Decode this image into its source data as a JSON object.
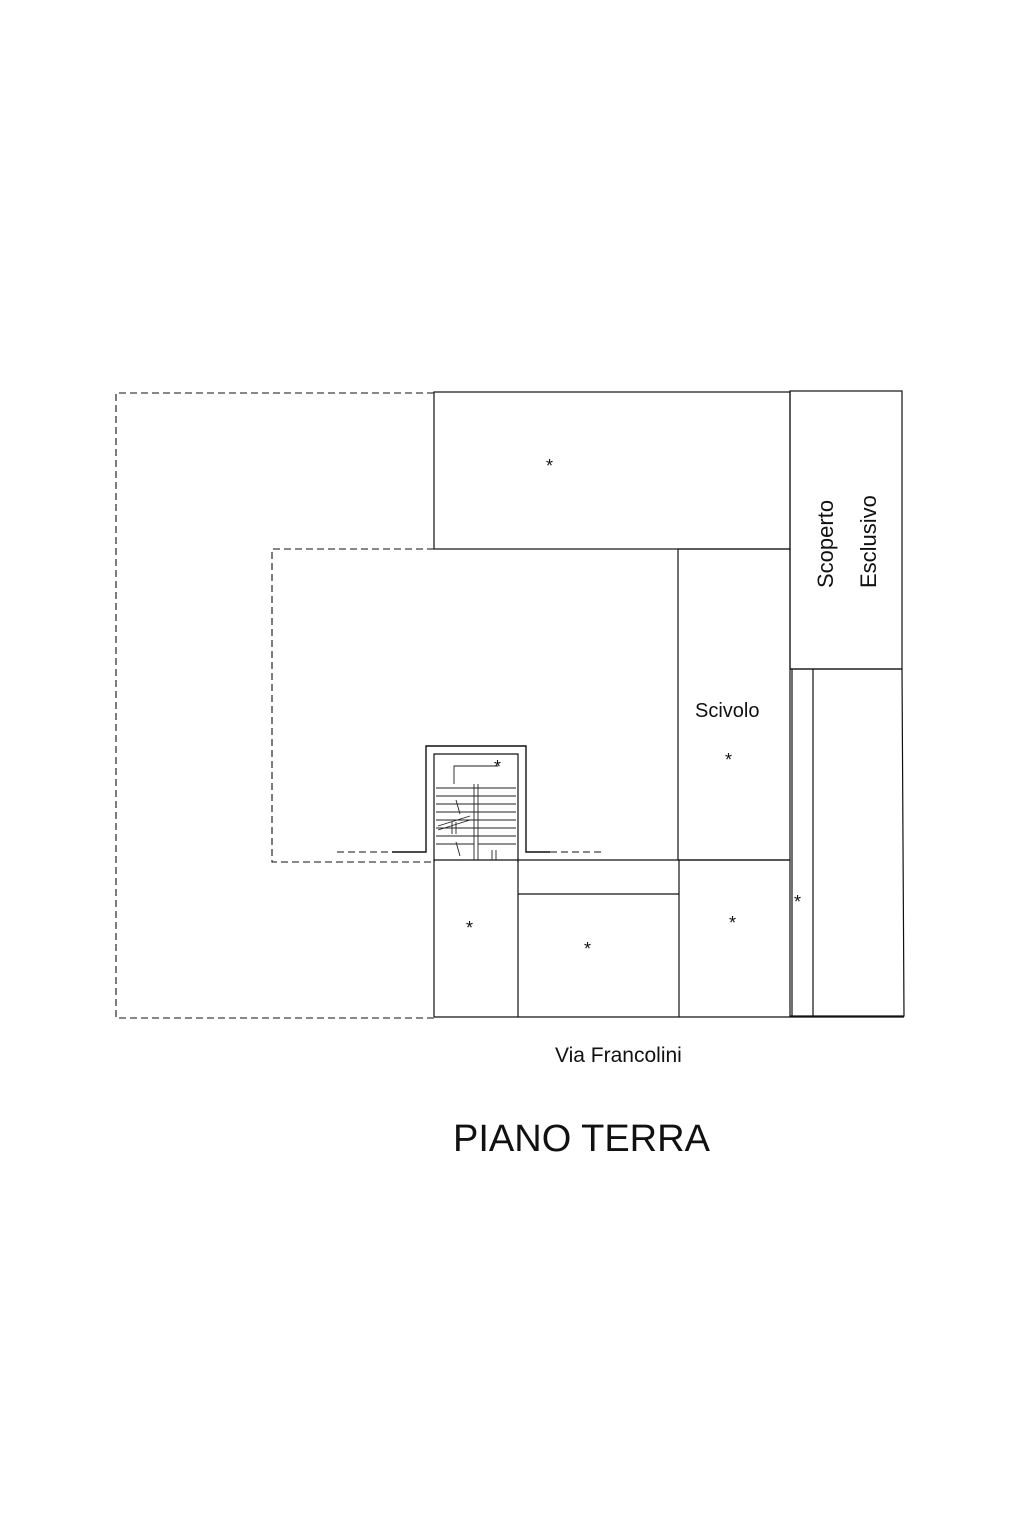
{
  "plan": {
    "marker": "*",
    "labels": {
      "scoperto_line1": "Scoperto",
      "scoperto_line2": "Esclusivo",
      "scivolo": "Scivolo",
      "street": "Via Francolini",
      "floor_title": "PIANO TERRA"
    }
  }
}
